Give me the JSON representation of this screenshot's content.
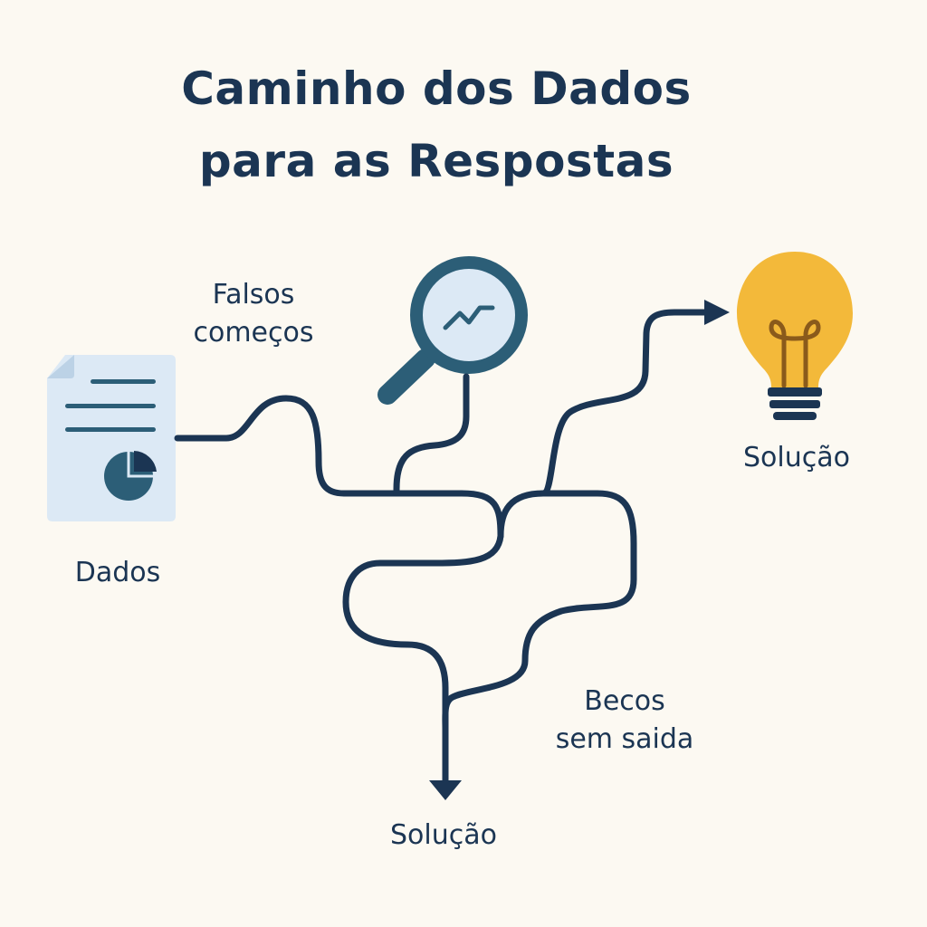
{
  "title": {
    "line1": "Caminho dos Dados",
    "line2": "para as Respostas"
  },
  "labels": {
    "falsos_line1": "Falsos",
    "falsos_line2": "começos",
    "dados": "Dados",
    "solucao_right": "Solução",
    "becos_line1": "Becos",
    "becos_line2": "sem saida",
    "solucao_bottom": "Solução"
  },
  "icons": {
    "document": "document-icon",
    "magnifier": "magnifier-icon",
    "lightbulb": "lightbulb-icon"
  },
  "colors": {
    "background": "#FCF9F2",
    "path": "#1B3553",
    "document": "#DCE9F5",
    "accent": "#2C5E77",
    "bulb": "#F3B93A"
  }
}
